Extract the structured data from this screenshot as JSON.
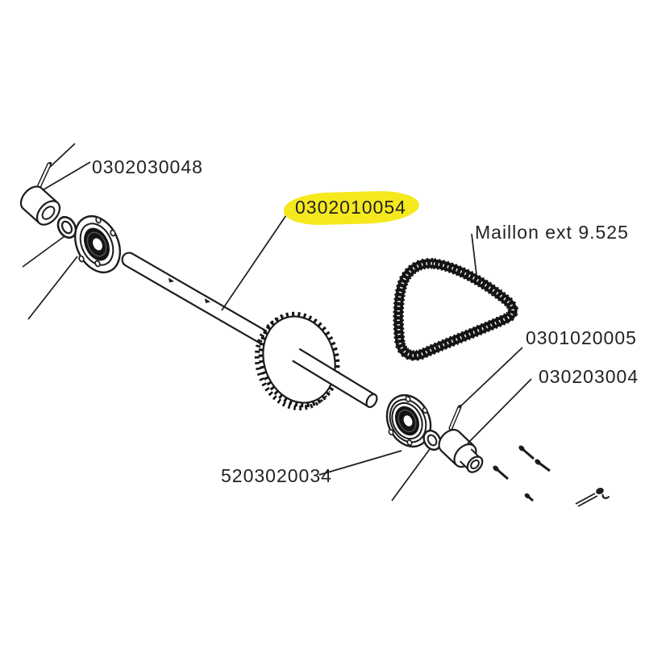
{
  "page": {
    "background": "#ffffff",
    "line_color": "#1c1c1c",
    "highlight_color": "#f5e91e",
    "text_color": "#222222"
  },
  "diagram": {
    "type": "exploded-parts-diagram",
    "labels": {
      "bushing_top": {
        "text": "0302030048",
        "highlighted": false
      },
      "shaft": {
        "text": "0302010054",
        "highlighted": true
      },
      "chain": {
        "text": "Maillon ext 9.525",
        "highlighted": false
      },
      "pin_bottom": {
        "text": "0301020005",
        "highlighted": false
      },
      "hub_bushing": {
        "text": "030203004",
        "highlighted": false,
        "clipped_at_edge": true
      },
      "flange_bottom": {
        "text": "5203020034",
        "highlighted": false
      }
    },
    "parts_depicted": [
      "roll-pin",
      "bushing",
      "washer",
      "flange-bearing-unit",
      "shaft",
      "sprocket",
      "roller-chain-loop",
      "hub-flange-bearing-unit",
      "washer-small",
      "stepped-hub-bushing",
      "roll-pin-small",
      "screws",
      "spring-clip"
    ]
  }
}
